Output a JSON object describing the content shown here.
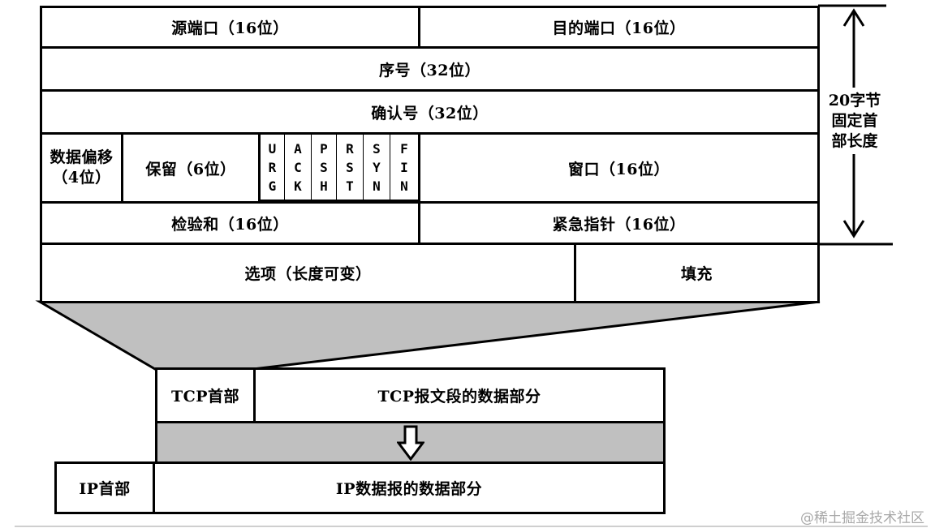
{
  "header_rows": {
    "src_port": "源端口（16位）",
    "dst_port": "目的端口（16位）",
    "seq": "序号（32位）",
    "ack": "确认号（32位）",
    "data_offset": "数据偏移\n（4位）",
    "reserved": "保留（6位）",
    "flags": [
      [
        "U",
        "R",
        "G"
      ],
      [
        "A",
        "C",
        "K"
      ],
      [
        "P",
        "S",
        "H"
      ],
      [
        "R",
        "S",
        "T"
      ],
      [
        "S",
        "Y",
        "N"
      ],
      [
        "F",
        "I",
        "N"
      ]
    ],
    "window": "窗口（16位）",
    "checksum": "检验和（16位）",
    "urgent_ptr": "紧急指针（16位）",
    "options": "选项（长度可变）",
    "padding": "填充"
  },
  "fixed_length_note": "20字节\n固定首\n部长度",
  "segment": {
    "tcp_header": "TCP首部",
    "tcp_data": "TCP报文段的数据部分"
  },
  "datagram": {
    "ip_header": "IP首部",
    "ip_data": "IP数据报的数据部分"
  },
  "watermark": "@稀土掘金技术社区",
  "colors": {
    "line": "#000000",
    "fill_gray": "#c0c0c0",
    "background": "#ffffff"
  }
}
